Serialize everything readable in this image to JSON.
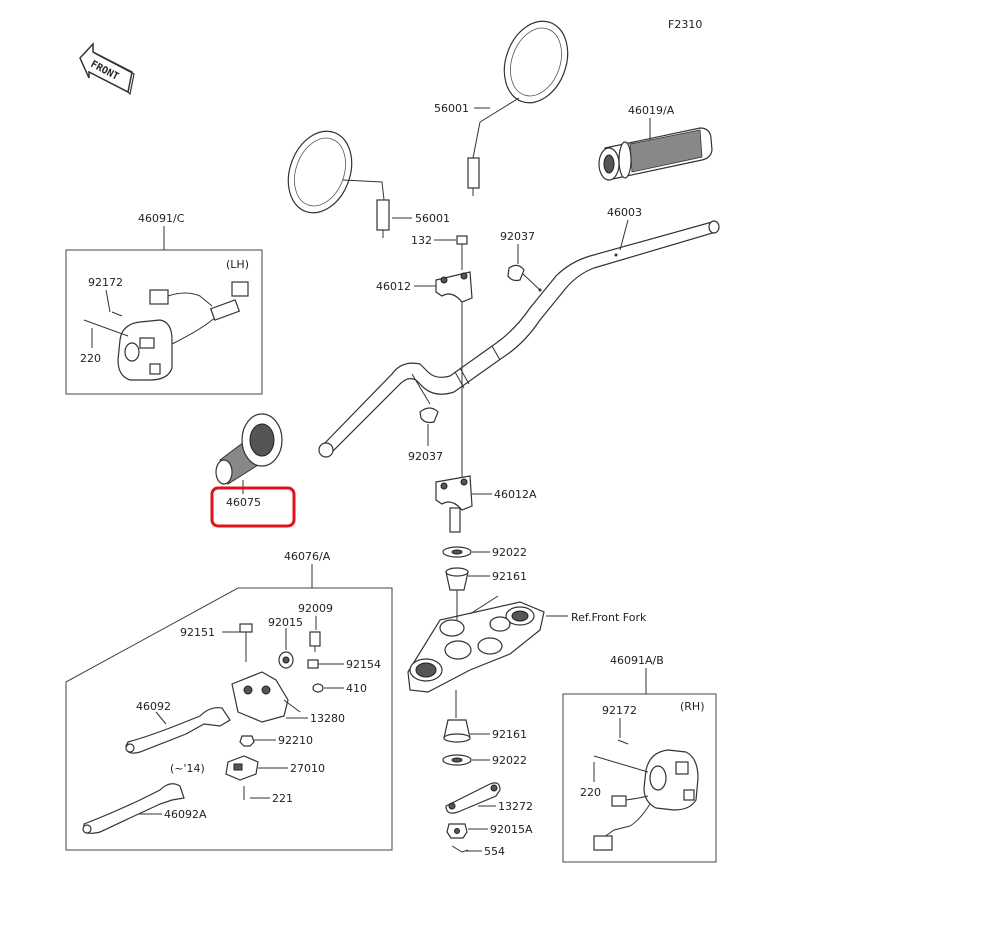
{
  "figure_id": "F2310",
  "front_label": "FRONT",
  "highlight_color": "#e0121b",
  "ink_color": "#333333",
  "callouts": {
    "mirror_right": "56001",
    "mirror_left": "56001",
    "grip_throttle": "46019/A",
    "handlebar": "46003",
    "bolt_132": "132",
    "clamp_upper": "46012",
    "cable_clip_top": "92037",
    "cable_clip_bottom": "92037",
    "switch_lh_assy": "46091/C",
    "switch_lh_side": "(LH)",
    "switch_lh_screw": "92172",
    "switch_lh_bolt": "220",
    "grip_left": "46075",
    "clamp_lower": "46012A",
    "washer_top": "92022",
    "damper_top": "92161",
    "front_fork_ref": "Ref.Front Fork",
    "damper_bottom": "92161",
    "washer_bottom": "92022",
    "plate": "13272",
    "nut": "92015A",
    "pin": "554",
    "lever_assy": "46076/A",
    "lever_bolt": "92151",
    "lever_bush": "92015",
    "lever_adj": "92009",
    "lever_screw": "92154",
    "lever_oring": "410",
    "lever_holder": "13280",
    "lever": "46092",
    "lever_nut": "92210",
    "lever_note": "(~'14)",
    "lever_switch": "27010",
    "lever_switch_screw": "221",
    "lever_old": "46092A",
    "switch_rh_assy": "46091A/B",
    "switch_rh_side": "(RH)",
    "switch_rh_screw": "92172",
    "switch_rh_bolt": "220"
  }
}
